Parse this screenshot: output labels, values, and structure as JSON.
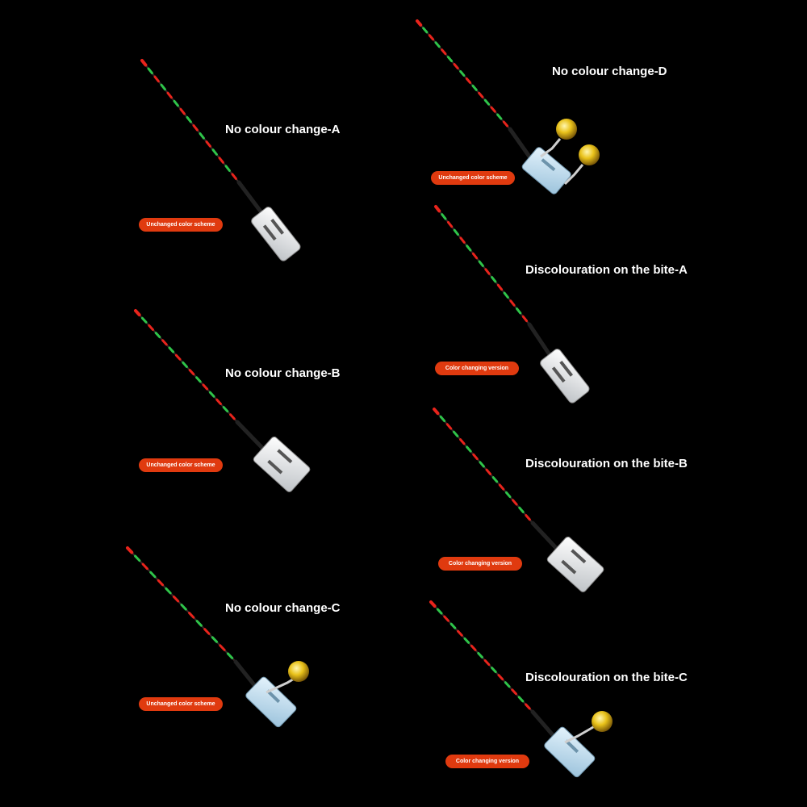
{
  "panels": [
    {
      "title": "No colour change-A",
      "badge": "Unchanged color scheme",
      "variant": "long-clip-plain"
    },
    {
      "title": "No colour change-B",
      "badge": "Unchanged color scheme",
      "variant": "box-clip-plain"
    },
    {
      "title": "No colour change-C",
      "badge": "Unchanged color scheme",
      "variant": "bell-clip"
    },
    {
      "title": "No colour change-D",
      "badge": "Unchanged color scheme",
      "variant": "double-bell-clip"
    },
    {
      "title": "Discolouration on the bite-A",
      "badge": "Color changing version",
      "variant": "long-clip-plain"
    },
    {
      "title": "Discolouration on the bite-B",
      "badge": "Color changing version",
      "variant": "box-clip-plain"
    },
    {
      "title": "Discolouration on the bite-C",
      "badge": "Color changing version",
      "variant": "bell-clip"
    }
  ],
  "colors": {
    "background": "#000000",
    "badge": "#e03a0f",
    "light_red": "#e8241c",
    "light_green": "#2fc44a",
    "bell_gold": "#e9c21a",
    "clip_white": "#f4f4f4",
    "clip_blue": "#cfe6f5"
  }
}
